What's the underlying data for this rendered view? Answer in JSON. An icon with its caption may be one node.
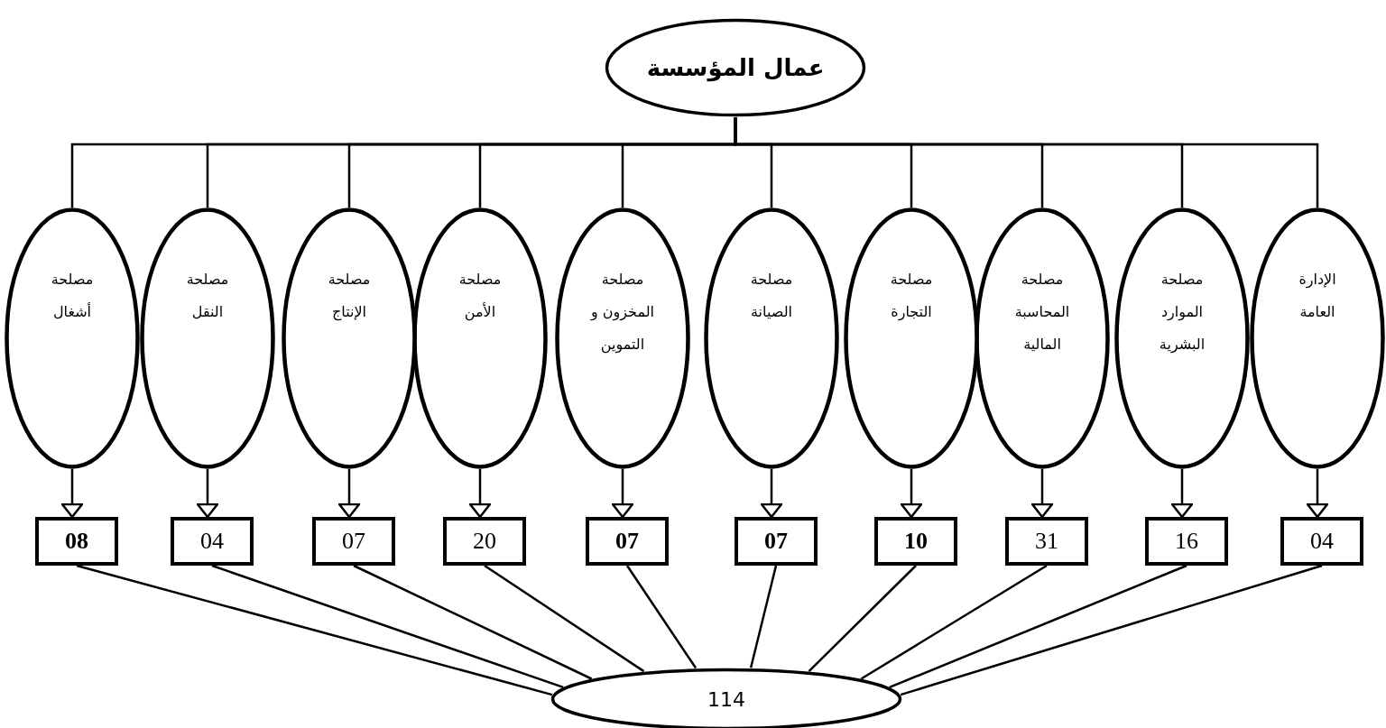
{
  "diagram": {
    "nodes": [
      {
        "text": [
          "عمال المؤسسة"
        ]
      },
      {
        "text": [
          "الإدارة العامة"
        ]
      },
      {
        "text": [
          "مصلحة الموارد البشرية"
        ]
      },
      {
        "text": [
          "مصلحة المحاسبة المالية"
        ]
      },
      {
        "text": [
          "مصلحة التجارة"
        ]
      },
      {
        "text": [
          "مصلحة الصيانة"
        ]
      },
      {
        "text": [
          "مصلحة المخزون و التموين"
        ]
      },
      {
        "text": [
          "مصلحة الأمن"
        ]
      },
      {
        "text": [
          "مصلحة الإنتاج"
        ]
      },
      {
        "text": [
          "مصلحة النقل"
        ]
      },
      {
        "text": [
          "مصلحة أشغال"
        ]
      },
      {
        "text": [
          "04"
        ]
      },
      {
        "text": [
          "16"
        ]
      },
      {
        "text": [
          "31"
        ]
      },
      {
        "text": [
          "10"
        ]
      },
      {
        "text": [
          "07"
        ]
      },
      {
        "text": [
          "07"
        ]
      },
      {
        "text": [
          "20"
        ]
      },
      {
        "text": [
          "07"
        ]
      },
      {
        "text": [
          "04"
        ]
      },
      {
        "text": [
          "08"
        ]
      },
      {
        "text": [
          "114"
        ]
      }
    ],
    "edges": [
      {
        "from": 0,
        "to": 1,
        "arrow": "none"
      },
      {
        "from": 0,
        "to": 2,
        "arrow": "none"
      },
      {
        "from": 0,
        "to": 3,
        "arrow": "none"
      },
      {
        "from": 0,
        "to": 4,
        "arrow": "none"
      },
      {
        "from": 0,
        "to": 5,
        "arrow": "none"
      },
      {
        "from": 0,
        "to": 6,
        "arrow": "none"
      },
      {
        "from": 0,
        "to": 7,
        "arrow": "none"
      },
      {
        "from": 0,
        "to": 8,
        "arrow": "none"
      },
      {
        "from": 0,
        "to": 9,
        "arrow": "none"
      },
      {
        "from": 0,
        "to": 10,
        "arrow": "none"
      },
      {
        "from": 1,
        "to": 11,
        "arrow": "to"
      },
      {
        "from": 2,
        "to": 12,
        "arrow": "to"
      },
      {
        "from": 3,
        "to": 13,
        "arrow": "to"
      },
      {
        "from": 4,
        "to": 14,
        "arrow": "to"
      },
      {
        "from": 5,
        "to": 15,
        "arrow": "to"
      },
      {
        "from": 6,
        "to": 16,
        "arrow": "to"
      },
      {
        "from": 7,
        "to": 17,
        "arrow": "to"
      },
      {
        "from": 8,
        "to": 18,
        "arrow": "to"
      },
      {
        "from": 9,
        "to": 19,
        "arrow": "to"
      },
      {
        "from": 10,
        "to": 20,
        "arrow": "to"
      },
      {
        "from": 11,
        "to": 21,
        "arrow": "none"
      },
      {
        "from": 12,
        "to": 21,
        "arrow": "none"
      },
      {
        "from": 13,
        "to": 21,
        "arrow": "none"
      },
      {
        "from": 14,
        "to": 21,
        "arrow": "none"
      },
      {
        "from": 15,
        "to": 21,
        "arrow": "none"
      },
      {
        "from": 16,
        "to": 21,
        "arrow": "none"
      },
      {
        "from": 17,
        "to": 21,
        "arrow": "none"
      },
      {
        "from": 18,
        "to": 21,
        "arrow": "none"
      },
      {
        "from": 19,
        "to": 21,
        "arrow": "none"
      },
      {
        "from": 20,
        "to": 21,
        "arrow": "none"
      }
    ]
  }
}
